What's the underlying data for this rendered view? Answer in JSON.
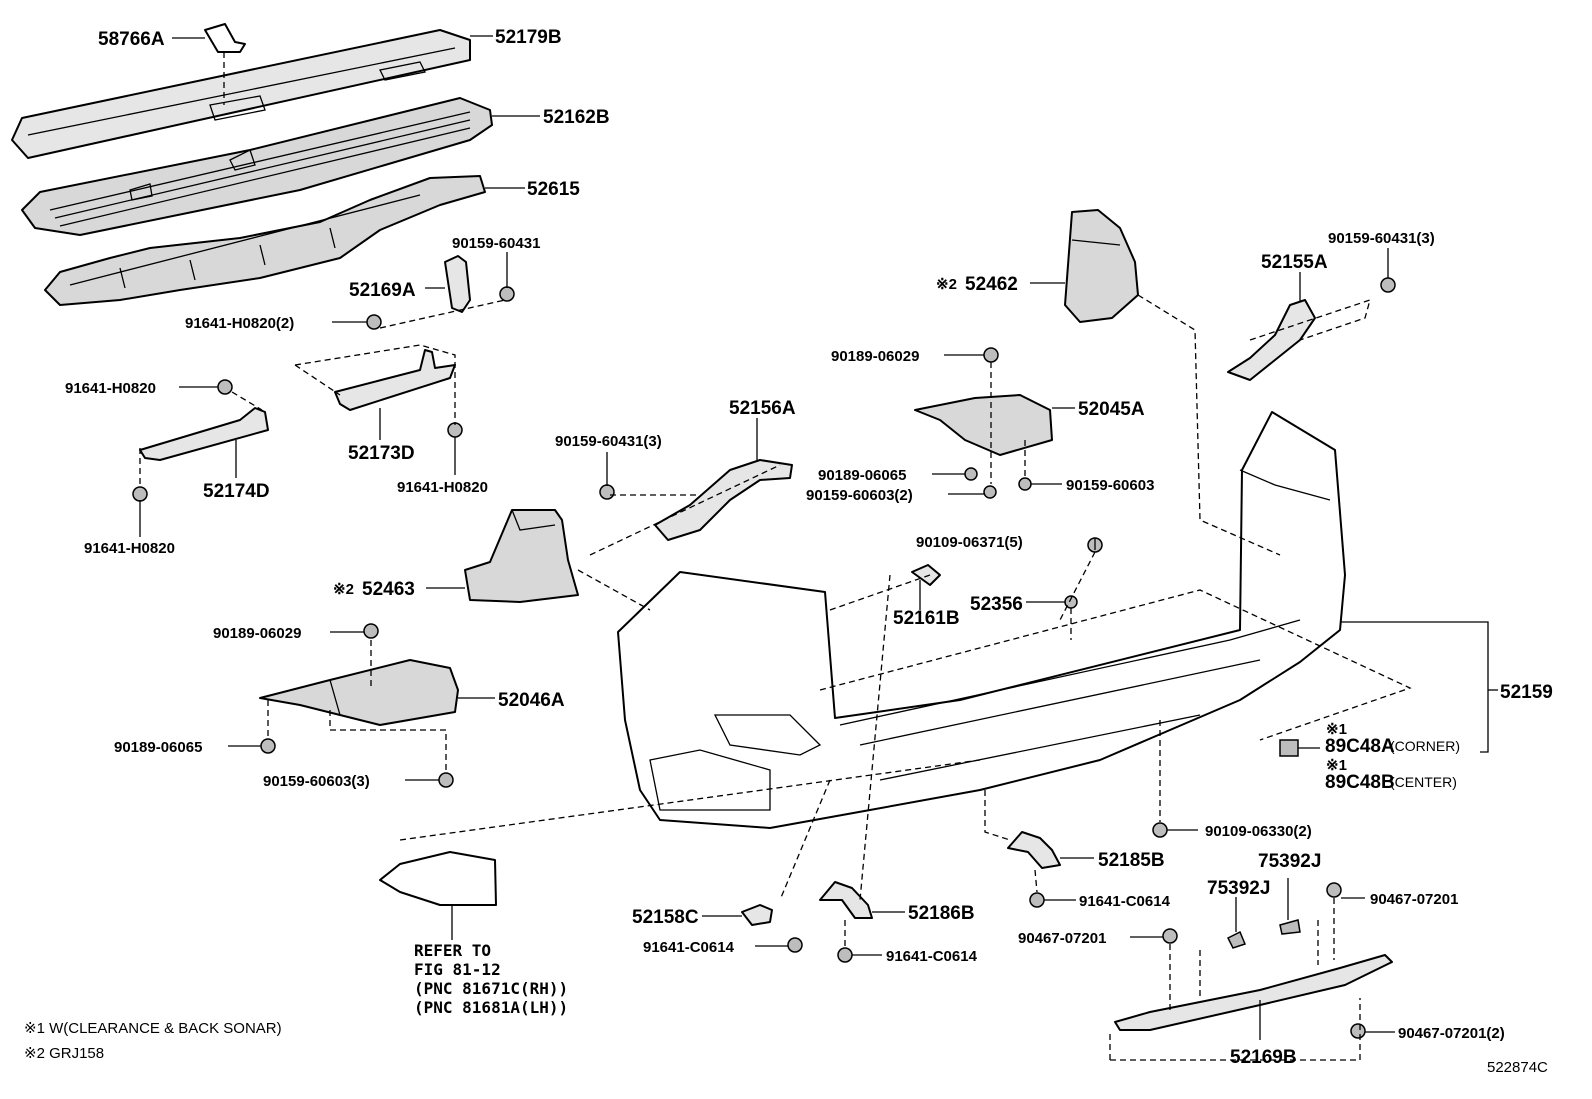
{
  "parts": {
    "p58766A": "58766A",
    "p52179B": "52179B",
    "p52162B": "52162B",
    "p52615": "52615",
    "p90159_60431": "90159-60431",
    "p52169A": "52169A",
    "p91641_H0820_2": "91641-H0820(2)",
    "p91641_H0820_a": "91641-H0820",
    "p52173D": "52173D",
    "p52174D": "52174D",
    "p91641_H0820_b": "91641-H0820",
    "p91641_H0820_c": "91641-H0820",
    "p90159_60431_3a": "90159-60431(3)",
    "p52156A": "52156A",
    "p52463": "52463",
    "p90189_06029_a": "90189-06029",
    "p52046A": "52046A",
    "p90189_06065_a": "90189-06065",
    "p90159_60603_3": "90159-60603(3)",
    "p52462": "52462",
    "p90189_06029_b": "90189-06029",
    "p52045A": "52045A",
    "p90189_06065_b": "90189-06065",
    "p90159_60603_2": "90159-60603(2)",
    "p90159_60603": "90159-60603",
    "p90159_60431_3b": "90159-60431(3)",
    "p52155A": "52155A",
    "p90109_06371_5": "90109-06371(5)",
    "p52161B": "52161B",
    "p52356": "52356",
    "p52159": "52159",
    "p89C48A": "89C48A",
    "p89C48B": "89C48B",
    "p90109_06330_2": "90109-06330(2)",
    "p52185B": "52185B",
    "p75392J_a": "75392J",
    "p75392J_b": "75392J",
    "p91641_C0614_a": "91641-C0614",
    "p90467_07201_a": "90467-07201",
    "p90467_07201_b": "90467-07201",
    "p52158C": "52158C",
    "p52186B": "52186B",
    "p91641_C0614_b": "91641-C0614",
    "p91641_C0614_c": "91641-C0614",
    "p52169B": "52169B",
    "p90467_07201_2": "90467-07201(2)"
  },
  "marks": {
    "m2_52462": "※2",
    "m2_52463": "※2",
    "m1_89C48A": "※1",
    "m1_89C48B": "※1"
  },
  "subs": {
    "corner": "(CORNER)",
    "center": "(CENTER)"
  },
  "refer": {
    "line1": "REFER TO",
    "line2": "FIG 81-12",
    "line3": "(PNC 81671C(RH))",
    "line4": "(PNC 81681A(LH))"
  },
  "legend": {
    "note1": "※1 W(CLEARANCE & BACK SONAR)",
    "note2": "※2 GRJ158"
  },
  "figure_code": "522874C"
}
